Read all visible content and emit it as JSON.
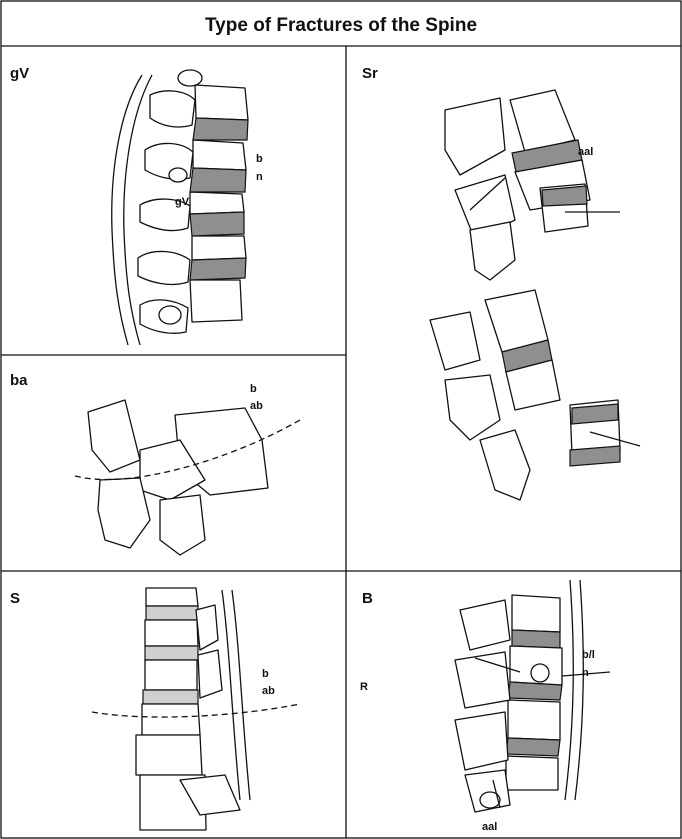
{
  "title": "Type of Fractures of the Spine",
  "panels": {
    "top_left": {
      "label": "gV",
      "tags": [
        "b",
        "n"
      ],
      "center_tag": "gV"
    },
    "top_right": {
      "label": "Sr",
      "tags": [
        "aal"
      ]
    },
    "mid_left": {
      "label": "ba",
      "tags": [
        "b",
        "ab"
      ]
    },
    "bot_left": {
      "label": "S",
      "tags": [
        "b",
        "ab"
      ]
    },
    "bot_right": {
      "label": "B",
      "side_tag": "R",
      "tags": [
        "b/l",
        "n"
      ],
      "bottom_tag": "aal"
    }
  },
  "colors": {
    "disc": "#8f8f8f",
    "disc_light": "#cfcfcf",
    "border": "#111111"
  }
}
